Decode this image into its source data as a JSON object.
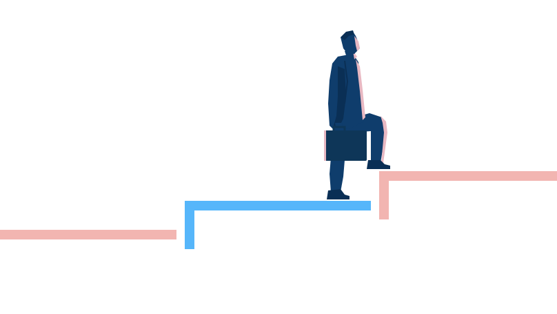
{
  "scene": {
    "subject": "businessman-climbing-steps",
    "colors": {
      "background": "#ffffff",
      "step_pink": "#f2b5b1",
      "step_blue": "#56b6fa",
      "suit": "#0f3d6c",
      "suit_shadow": "#0a2f55",
      "suit_highlight": "#e8b8c2",
      "briefcase": "#0e3658"
    },
    "steps": [
      {
        "name": "step-left",
        "color_key": "step_pink"
      },
      {
        "name": "step-middle",
        "color_key": "step_blue"
      },
      {
        "name": "step-right",
        "color_key": "step_pink"
      }
    ],
    "figure": {
      "icon": "businessman-icon",
      "holds": "briefcase-icon"
    }
  }
}
